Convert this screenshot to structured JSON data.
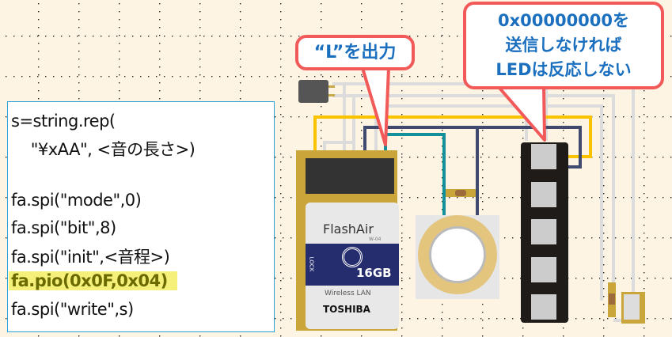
{
  "code_panel": {
    "lines": [
      "s=string.rep(",
      "    \"¥xAA\", <音の長さ>)",
      "",
      "fa.spi(\"mode\",0)",
      "fa.spi(\"bit\",8)",
      "fa.spi(\"init\",<音程>)",
      "fa.pio(0x0F,0x04)",
      "fa.spi(\"write\",s)"
    ],
    "highlighted_line_index": 6
  },
  "callouts": {
    "left": "“L”を出力",
    "right_line1": "0x00000000を",
    "right_line2": "送信しなければ",
    "right_line3": "LEDは反応しない"
  },
  "sd_card": {
    "brand": "FlashAir",
    "model": "W-04",
    "capacity": "16GB",
    "lock_label": "LOCK",
    "feature": "Wireless LAN",
    "maker": "TOSHIBA"
  },
  "colors": {
    "background": "#fdf4e3",
    "code_border": "#29a3d9",
    "highlight": "#f4f07a",
    "callout_border": "#f25a5a",
    "callout_text": "#1a6fbf",
    "wire_yellow": "#f9c300",
    "wire_navy": "#3f4a6e",
    "wire_teal": "#13909a",
    "wire_gray": "#dcdcdc"
  }
}
